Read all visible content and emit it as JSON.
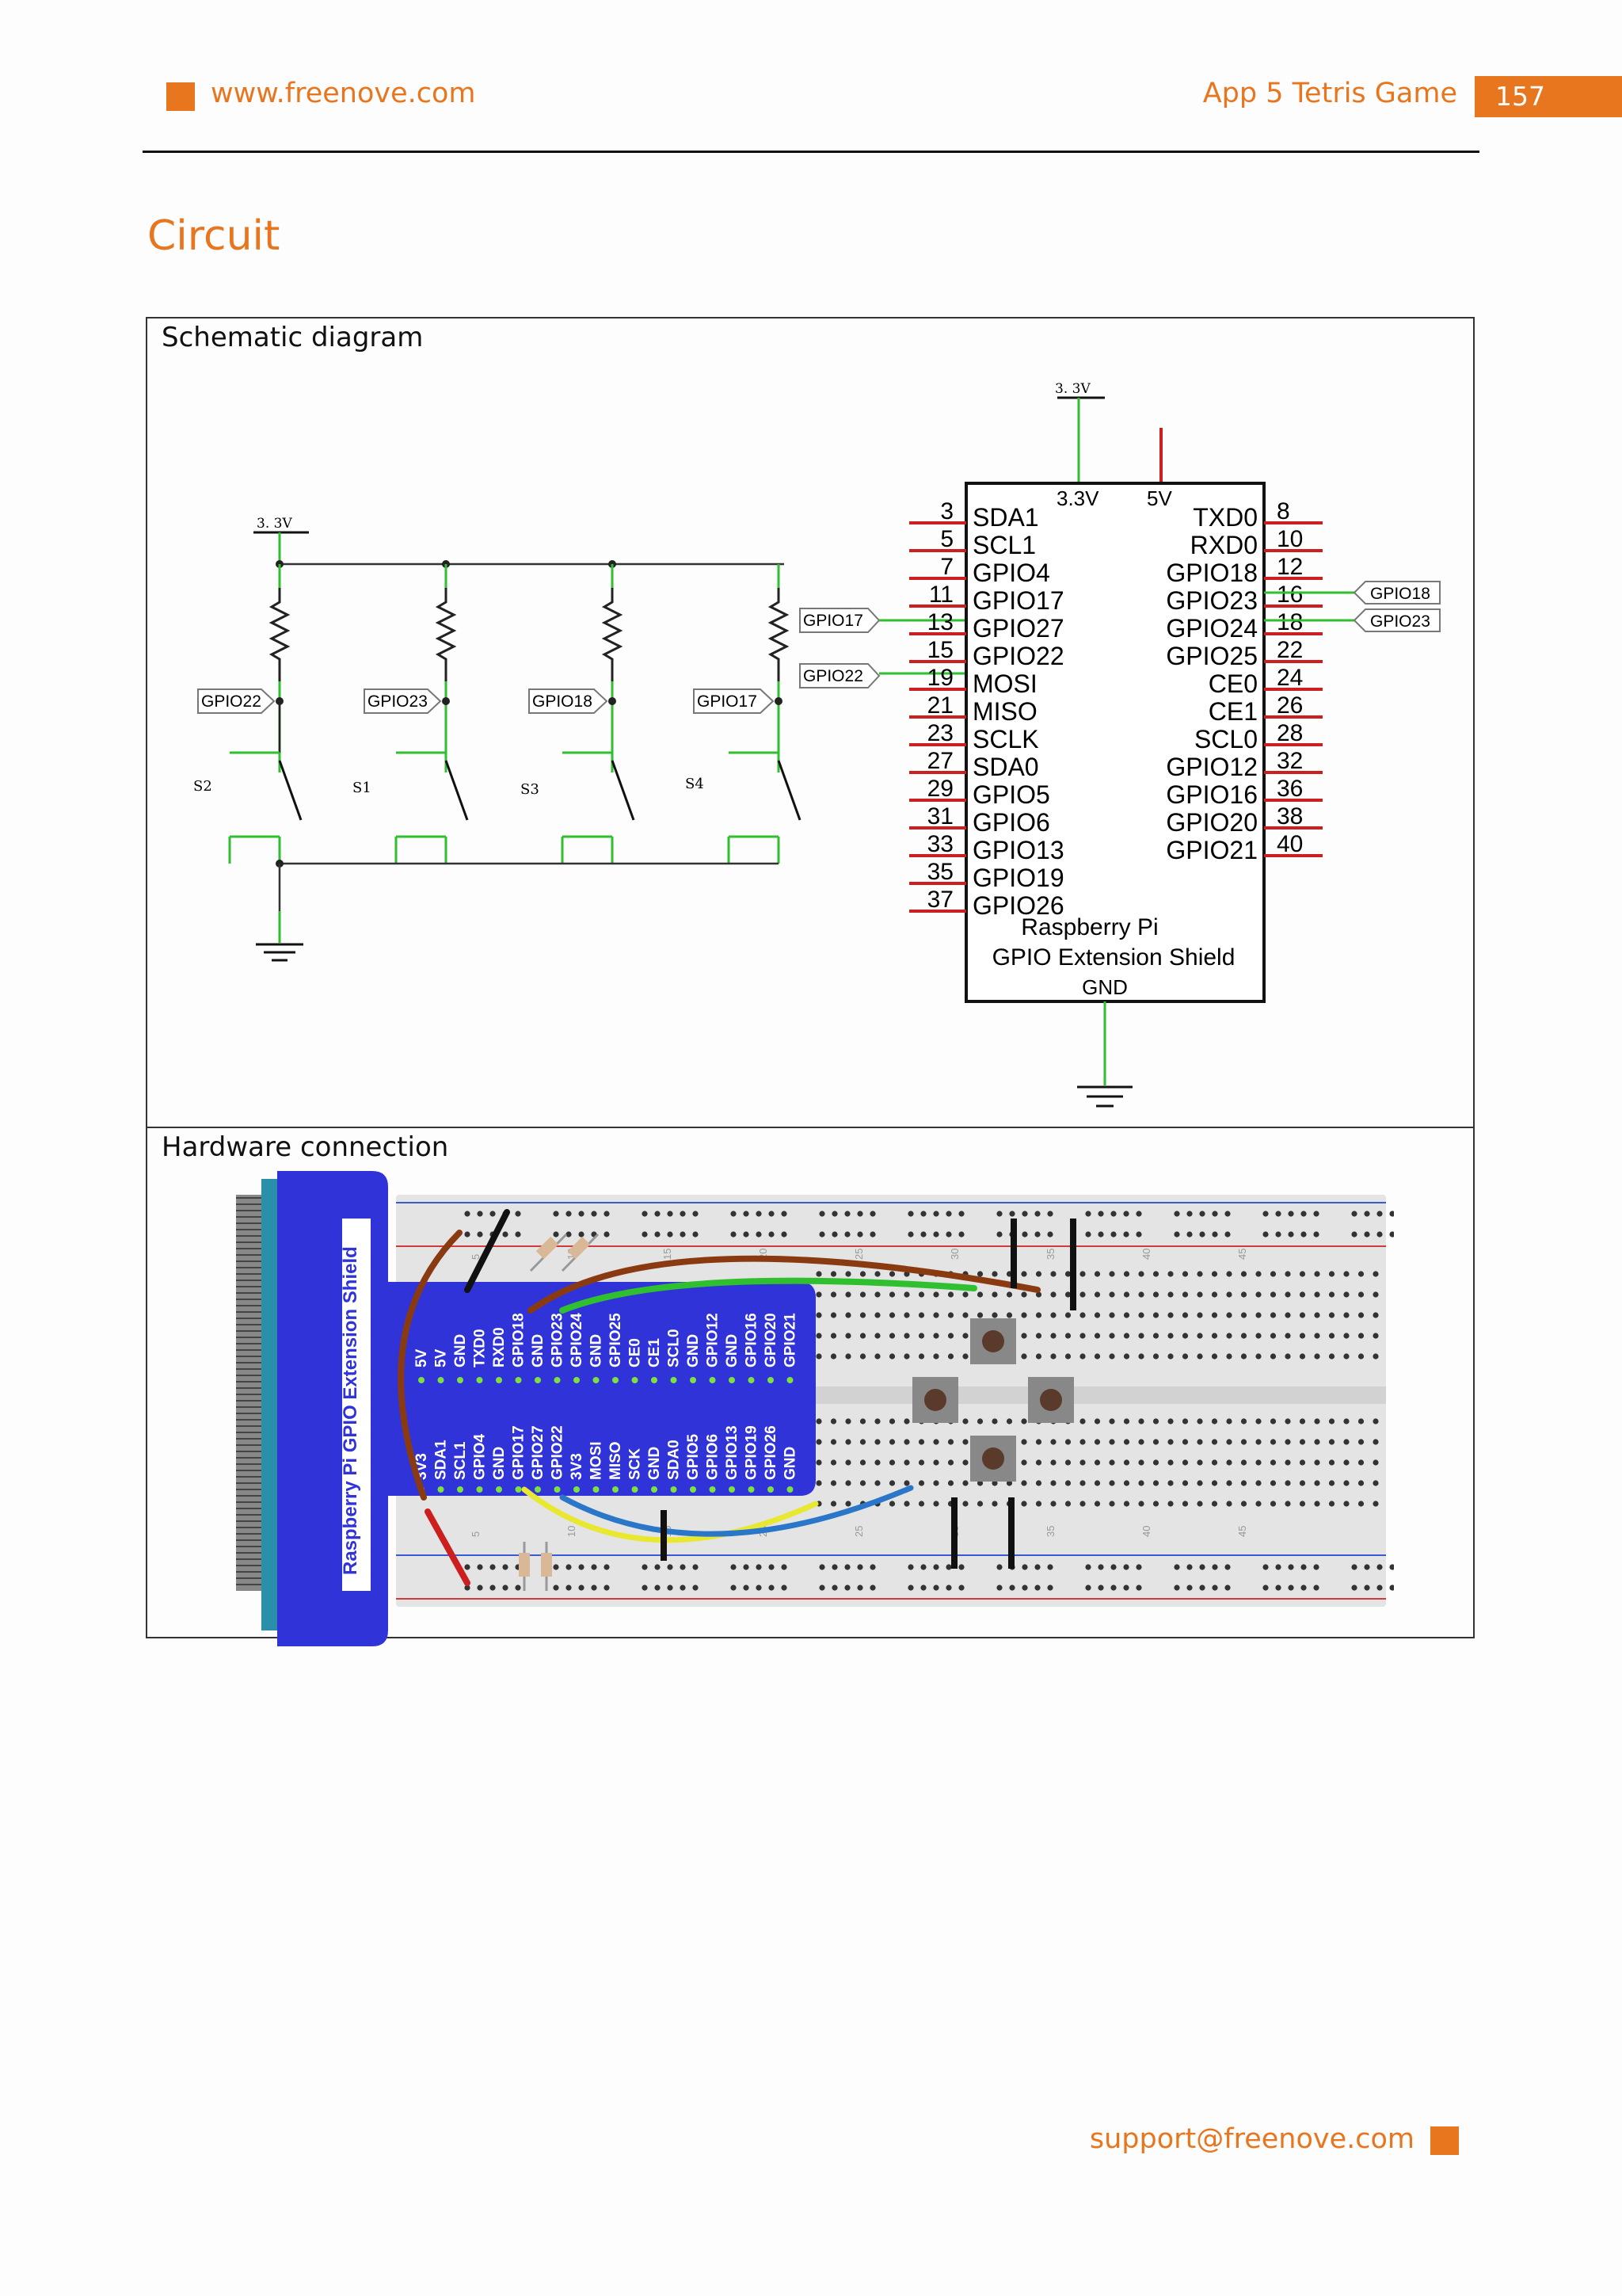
{
  "header": {
    "url": "www.freenove.com",
    "title": "App 5 Tetris Game",
    "page_number": "157"
  },
  "section_title": "Circuit",
  "schematic": {
    "caption": "Schematic diagram",
    "supply_left": "3. 3V",
    "supply_top": "3. 3V",
    "net_labels": [
      "GPIO22",
      "GPIO23",
      "GPIO18",
      "GPIO17"
    ],
    "switches": [
      "S2",
      "S1",
      "S3",
      "S4"
    ],
    "shield": {
      "pin_33v": "3.3V",
      "pin_5v": "5V",
      "left_numbers": [
        "3",
        "5",
        "7",
        "11",
        "13",
        "15",
        "19",
        "21",
        "23",
        "27",
        "29",
        "31",
        "33",
        "35",
        "37"
      ],
      "left_names": [
        "SDA1",
        "SCL1",
        "GPIO4",
        "GPIO17",
        "GPIO27",
        "GPIO22",
        "MOSI",
        "MISO",
        "SCLK",
        "SDA0",
        "GPIO5",
        "GPIO6",
        "GPIO13",
        "GPIO19",
        "GPIO26"
      ],
      "right_numbers": [
        "8",
        "10",
        "12",
        "16",
        "18",
        "22",
        "24",
        "26",
        "28",
        "32",
        "36",
        "38",
        "40"
      ],
      "right_names": [
        "TXD0",
        "RXD0",
        "GPIO18",
        "GPIO23",
        "GPIO24",
        "GPIO25",
        "CE0",
        "CE1",
        "SCL0",
        "GPIO12",
        "GPIO16",
        "GPIO20",
        "GPIO21"
      ],
      "name_line1": "Raspberry Pi",
      "name_line2": "GPIO Extension Shield",
      "gnd": "GND"
    },
    "left_tags": [
      "GPIO17",
      "GPIO22"
    ],
    "right_tags": [
      "GPIO18",
      "GPIO23"
    ]
  },
  "hardware": {
    "caption": "Hardware connection",
    "shield_label": "Raspberry Pi GPIO Extension Shield",
    "top_row_pins": [
      "5V",
      "5V",
      "GND",
      "TXD0",
      "RXD0",
      "GPIO18",
      "GND",
      "GPIO23",
      "GPIO24",
      "GND",
      "GPIO25",
      "CE0",
      "CE1",
      "SCL0",
      "GND",
      "GPIO12",
      "GND",
      "GPIO16",
      "GPIO20",
      "GPIO21"
    ],
    "bottom_row_pins": [
      "3V3",
      "SDA1",
      "SCL1",
      "GPIO4",
      "GND",
      "GPIO17",
      "GPIO27",
      "GPIO22",
      "3V3",
      "MOSI",
      "MISO",
      "SCK",
      "GND",
      "SDA0",
      "GPIO5",
      "GPIO6",
      "GPIO13",
      "GPIO19",
      "GPIO26",
      "GND"
    ],
    "column_numbers": [
      "5",
      "10",
      "15",
      "20",
      "25",
      "30",
      "35",
      "40",
      "45"
    ],
    "colors": {
      "shield_blue": "#3034d8",
      "wire_brown": "#8a3a10",
      "wire_green": "#2fbf2f",
      "wire_blue": "#2a76c8",
      "wire_yellow": "#e8e830",
      "wire_red": "#cc2020",
      "wire_black": "#111111"
    }
  },
  "footer": {
    "email": "support@freenove.com"
  }
}
